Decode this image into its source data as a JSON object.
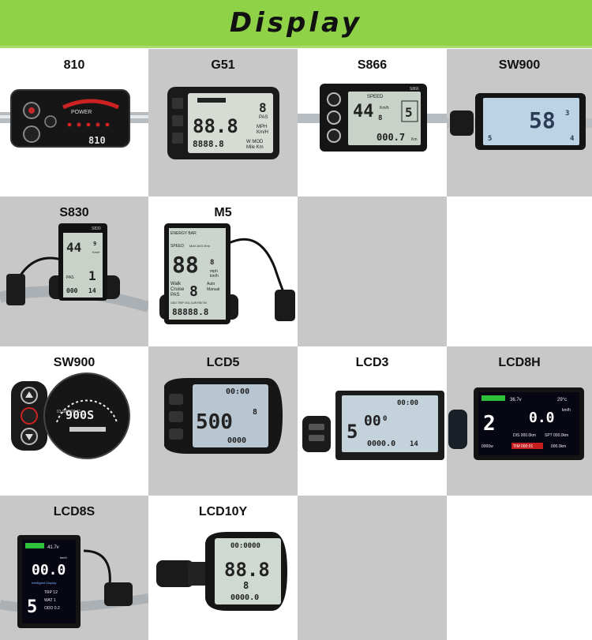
{
  "header": {
    "title": "Display"
  },
  "cells": [
    {
      "label": "810",
      "screen_text": "810",
      "screen_sub": "POWER"
    },
    {
      "label": "G51",
      "screen_main": "88.8",
      "screen_top": "8",
      "screen_sub": "PAS",
      "screen_odo": "8888.8",
      "screen_unit": "MPH",
      "screen_unit2": "Km/H",
      "screen_side": "W MOD",
      "screen_side2": "Mile Km"
    },
    {
      "label": "S866",
      "screen_speed_label": "SPEED",
      "screen_main": "44",
      "screen_small": "8",
      "screen_unit": "Km/h",
      "screen_pas": "5",
      "screen_odo": "000.7",
      "screen_odo_unit": "Km",
      "screen_model": "S866"
    },
    {
      "label": "SW900",
      "screen_main": "58",
      "screen_sup": "3",
      "screen_left": "5",
      "screen_right": "4"
    },
    {
      "label": "S830",
      "screen_main": "44",
      "screen_sup": "9",
      "screen_unit": "Km/h",
      "screen_pas_label": "PAS",
      "screen_pas": "1",
      "screen_odo": "000",
      "screen_odo2": "14",
      "screen_model": "S830"
    },
    {
      "label": "M5",
      "screen_energy": "ENERGY BAR",
      "screen_speed": "SPEED",
      "screen_maxavg": "MAX AVG Emi",
      "screen_main": "88",
      "screen_sup": "8",
      "screen_unit": "mph",
      "screen_unit2": "km/h",
      "screen_walk": "Walk",
      "screen_cruise": "Cruise",
      "screen_pas": "PAS",
      "screen_auto": "Auto",
      "screen_manual": "Manual",
      "screen_odo_label": "ODO TRIP VOL CUR RM TM",
      "screen_odo": "88888.8"
    },
    {
      "label": "",
      "empty": true
    },
    {
      "label": "",
      "empty": true
    },
    {
      "label": "SW900",
      "screen_main": "900S",
      "screen_scale": "01 SW900 41"
    },
    {
      "label": "LCD5",
      "screen_top": "00:00",
      "screen_main": "500",
      "screen_sup": "8",
      "screen_odo": "0000"
    },
    {
      "label": "LCD3",
      "screen_top": "00:00",
      "screen_main": "00",
      "screen_sup": "0",
      "screen_left": "5",
      "screen_odo": "0000.0",
      "screen_odo2": "14"
    },
    {
      "label": "LCD8H",
      "screen_volt": "36.7v",
      "screen_temp": "29°c",
      "screen_pas": "2",
      "screen_speed": "0.0",
      "screen_unit": "km/h",
      "screen_r1a": "DIS 000.0km",
      "screen_r1b": "SPT 000.0km",
      "screen_r2a": "0000w",
      "screen_r2b": "TIM 000:01",
      "screen_r2c": "000.0km"
    },
    {
      "label": "LCD8S",
      "screen_volt": "41.7v",
      "screen_unit": "km/h",
      "screen_main": "00.0",
      "screen_brand": "Intelligent Display",
      "screen_pas": "5",
      "screen_r1": "TRP 12",
      "screen_r2": "WAT 1",
      "screen_r3": "ODO 0.2"
    },
    {
      "label": "LCD10Y",
      "screen_top": "00:0000",
      "screen_main": "88.8",
      "screen_sub": "8",
      "screen_odo": "0000.0"
    },
    {
      "label": "",
      "empty": true
    },
    {
      "label": "",
      "empty": true
    }
  ],
  "colors": {
    "banner": "#8fd247",
    "gray_cell": "#c8c8c8",
    "lcd_bg": "#c9d2c9",
    "lcd_dark": "#1e2a2a",
    "lcd_blue_bg": "#0a0a2a"
  }
}
